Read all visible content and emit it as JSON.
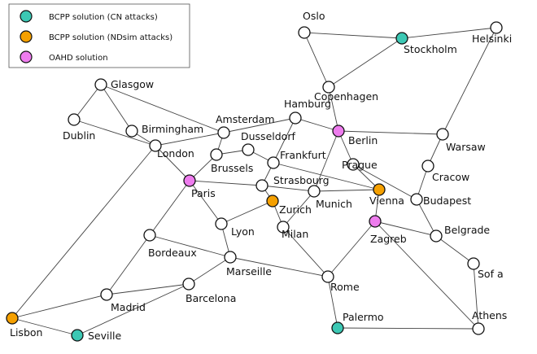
{
  "legend": [
    {
      "label": "BCPP solution (CN attacks)",
      "color": "#3cc8b4"
    },
    {
      "label": "BCPP solution (NDsim attacks)",
      "color": "#f5a000"
    },
    {
      "label": "OAHD solution",
      "color": "#ee7cee"
    }
  ],
  "colors": {
    "default": "#ffffff",
    "cn": "#3cc8b4",
    "ndsim": "#f5a000",
    "oahd": "#ee7cee",
    "edge": "#444444",
    "stroke": "#111111"
  },
  "nodes": [
    {
      "id": "oslo",
      "label": "Oslo",
      "status": "default"
    },
    {
      "id": "stockholm",
      "label": "Stockholm",
      "status": "cn"
    },
    {
      "id": "helsinki",
      "label": "Helsinki",
      "status": "default"
    },
    {
      "id": "copenhagen",
      "label": "Copenhagen",
      "status": "default"
    },
    {
      "id": "glasgow",
      "label": "Glasgow",
      "status": "default"
    },
    {
      "id": "dublin",
      "label": "Dublin",
      "status": "default"
    },
    {
      "id": "birmingham",
      "label": "Birmingham",
      "status": "default"
    },
    {
      "id": "london",
      "label": "London",
      "status": "default"
    },
    {
      "id": "amsterdam",
      "label": "Amsterdam",
      "status": "default"
    },
    {
      "id": "hamburg",
      "label": "Hamburg",
      "status": "default"
    },
    {
      "id": "berlin",
      "label": "Berlin",
      "status": "oahd"
    },
    {
      "id": "warsaw",
      "label": "Warsaw",
      "status": "default"
    },
    {
      "id": "dusseldorf",
      "label": "Dusseldorf",
      "status": "default"
    },
    {
      "id": "brussels",
      "label": "Brussels",
      "status": "default"
    },
    {
      "id": "frankfurt",
      "label": "Frankfurt",
      "status": "default"
    },
    {
      "id": "prague",
      "label": "Prague",
      "status": "default"
    },
    {
      "id": "cracow",
      "label": "Cracow",
      "status": "default"
    },
    {
      "id": "paris",
      "label": "Paris",
      "status": "oahd"
    },
    {
      "id": "strasbourg",
      "label": "Strasbourg",
      "status": "default"
    },
    {
      "id": "munich",
      "label": "Munich",
      "status": "default"
    },
    {
      "id": "vienna",
      "label": "Vienna",
      "status": "ndsim"
    },
    {
      "id": "budapest",
      "label": "Budapest",
      "status": "default"
    },
    {
      "id": "zurich",
      "label": "Zurich",
      "status": "ndsim"
    },
    {
      "id": "lyon",
      "label": "Lyon",
      "status": "default"
    },
    {
      "id": "milan",
      "label": "Milan",
      "status": "default"
    },
    {
      "id": "zagreb",
      "label": "Zagreb",
      "status": "oahd"
    },
    {
      "id": "belgrade",
      "label": "Belgrade",
      "status": "default"
    },
    {
      "id": "bordeaux",
      "label": "Bordeaux",
      "status": "default"
    },
    {
      "id": "marseille",
      "label": "Marseille",
      "status": "default"
    },
    {
      "id": "sofia",
      "label": "Sof a",
      "status": "default"
    },
    {
      "id": "rome",
      "label": "Rome",
      "status": "default"
    },
    {
      "id": "barcelona",
      "label": "Barcelona",
      "status": "default"
    },
    {
      "id": "madrid",
      "label": "Madrid",
      "status": "default"
    },
    {
      "id": "lisbon",
      "label": "Lisbon",
      "status": "ndsim"
    },
    {
      "id": "seville",
      "label": "Seville",
      "status": "cn"
    },
    {
      "id": "palermo",
      "label": "Palermo",
      "status": "cn"
    },
    {
      "id": "athens",
      "label": "Athens",
      "status": "default"
    }
  ],
  "edges": [
    [
      "oslo",
      "copenhagen"
    ],
    [
      "oslo",
      "stockholm"
    ],
    [
      "stockholm",
      "helsinki"
    ],
    [
      "stockholm",
      "copenhagen"
    ],
    [
      "helsinki",
      "warsaw"
    ],
    [
      "copenhagen",
      "berlin"
    ],
    [
      "glasgow",
      "dublin"
    ],
    [
      "glasgow",
      "birmingham"
    ],
    [
      "glasgow",
      "amsterdam"
    ],
    [
      "dublin",
      "london"
    ],
    [
      "birmingham",
      "london"
    ],
    [
      "london",
      "amsterdam"
    ],
    [
      "london",
      "paris"
    ],
    [
      "london",
      "lisbon"
    ],
    [
      "amsterdam",
      "hamburg"
    ],
    [
      "amsterdam",
      "brussels"
    ],
    [
      "hamburg",
      "berlin"
    ],
    [
      "hamburg",
      "frankfurt"
    ],
    [
      "berlin",
      "warsaw"
    ],
    [
      "berlin",
      "prague"
    ],
    [
      "berlin",
      "munich"
    ],
    [
      "dusseldorf",
      "brussels"
    ],
    [
      "dusseldorf",
      "frankfurt"
    ],
    [
      "brussels",
      "paris"
    ],
    [
      "frankfurt",
      "strasbourg"
    ],
    [
      "frankfurt",
      "vienna"
    ],
    [
      "warsaw",
      "cracow"
    ],
    [
      "cracow",
      "budapest"
    ],
    [
      "prague",
      "vienna"
    ],
    [
      "prague",
      "budapest"
    ],
    [
      "paris",
      "strasbourg"
    ],
    [
      "paris",
      "lyon"
    ],
    [
      "paris",
      "bordeaux"
    ],
    [
      "strasbourg",
      "zurich"
    ],
    [
      "strasbourg",
      "munich"
    ],
    [
      "munich",
      "vienna"
    ],
    [
      "munich",
      "milan"
    ],
    [
      "vienna",
      "zagreb"
    ],
    [
      "zurich",
      "lyon"
    ],
    [
      "zurich",
      "milan"
    ],
    [
      "lyon",
      "marseille"
    ],
    [
      "bordeaux",
      "marseille"
    ],
    [
      "bordeaux",
      "madrid"
    ],
    [
      "marseille",
      "barcelona"
    ],
    [
      "marseille",
      "rome"
    ],
    [
      "milan",
      "rome"
    ],
    [
      "zagreb",
      "belgrade"
    ],
    [
      "zagreb",
      "rome"
    ],
    [
      "zagreb",
      "athens"
    ],
    [
      "budapest",
      "belgrade"
    ],
    [
      "belgrade",
      "sofia"
    ],
    [
      "sofia",
      "athens"
    ],
    [
      "rome",
      "palermo"
    ],
    [
      "palermo",
      "athens"
    ],
    [
      "madrid",
      "barcelona"
    ],
    [
      "madrid",
      "lisbon"
    ],
    [
      "barcelona",
      "seville"
    ],
    [
      "lisbon",
      "seville"
    ]
  ]
}
